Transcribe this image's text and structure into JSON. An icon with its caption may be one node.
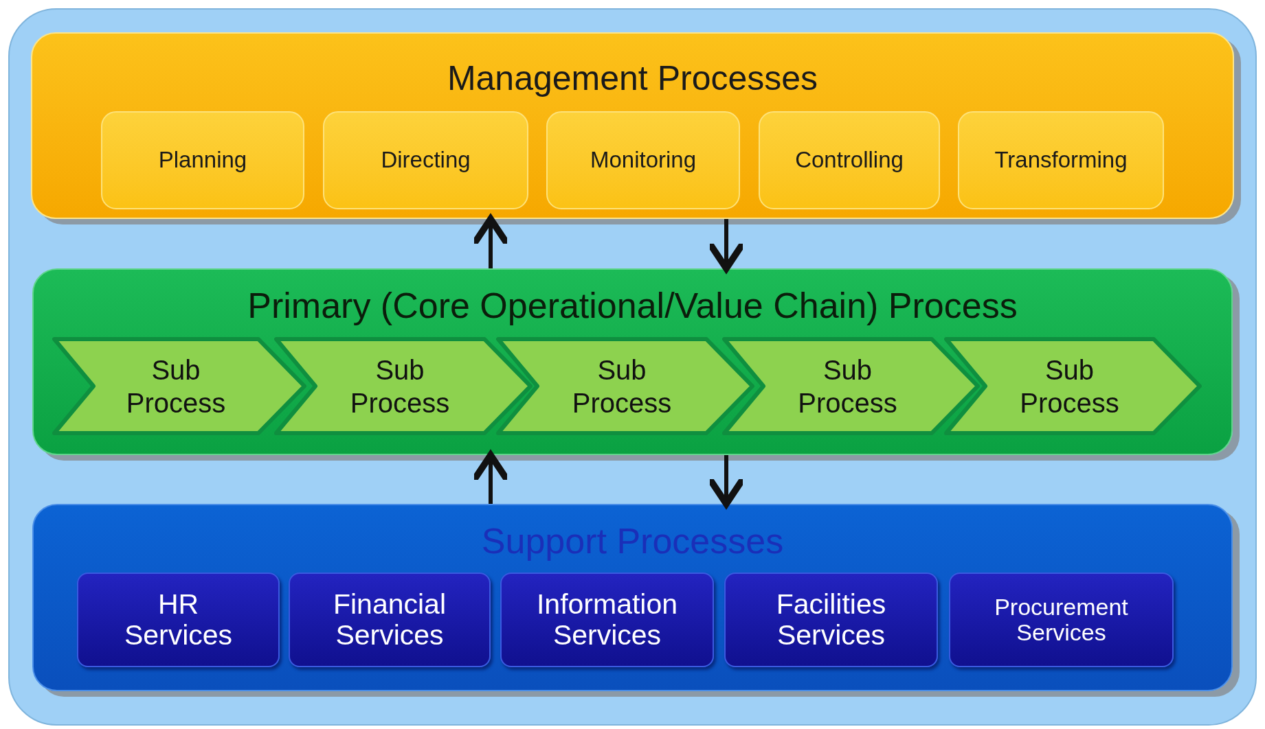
{
  "diagram": {
    "nodes": [
      {
        "text": [
          "Management Processes"
        ]
      },
      {
        "text": [
          "Planning"
        ],
        "in": 0
      },
      {
        "text": [
          "Directing"
        ],
        "in": 0
      },
      {
        "text": [
          "Monitoring"
        ],
        "in": 0
      },
      {
        "text": [
          "Controlling"
        ],
        "in": 0
      },
      {
        "text": [
          "Transforming"
        ],
        "in": 0
      },
      {
        "text": [
          "Primary (Core Operational/Value Chain) Process"
        ]
      },
      {
        "text": [
          "Sub Process"
        ],
        "in": 6
      },
      {
        "text": [
          "Sub Process"
        ],
        "in": 6
      },
      {
        "text": [
          "Sub Process"
        ],
        "in": 6
      },
      {
        "text": [
          "Sub Process"
        ],
        "in": 6
      },
      {
        "text": [
          "Sub Process"
        ],
        "in": 6
      },
      {
        "text": [
          "Support Processes"
        ]
      },
      {
        "text": [
          "HR Services"
        ],
        "in": 12
      },
      {
        "text": [
          "Financial Services"
        ],
        "in": 12
      },
      {
        "text": [
          "Information Services"
        ],
        "in": 12
      },
      {
        "text": [
          "Facilities Services"
        ],
        "in": 12
      },
      {
        "text": [
          "Procurement Services"
        ],
        "in": 12
      }
    ],
    "edges": [
      {
        "from": 6,
        "to": 0,
        "arrow": "to"
      },
      {
        "from": 0,
        "to": 6,
        "arrow": "to"
      },
      {
        "from": 12,
        "to": 6,
        "arrow": "to"
      },
      {
        "from": 6,
        "to": 12,
        "arrow": "to"
      }
    ]
  }
}
